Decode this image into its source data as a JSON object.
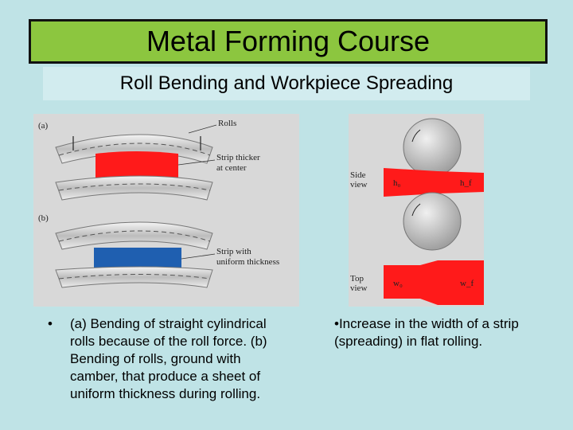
{
  "slide": {
    "title": "Metal Forming Course",
    "subtitle": "Roll Bending and Workpiece Spreading"
  },
  "figure_left": {
    "label_a": "(a)",
    "label_b": "(b)",
    "rolls_label": "Rolls",
    "strip_thicker_line1": "Strip thicker",
    "strip_thicker_line2": "at center",
    "strip_uniform_line1": "Strip with",
    "strip_uniform_line2": "uniform thickness",
    "colors": {
      "strip_a": "#ff1a1a",
      "strip_b": "#1f5fb0"
    }
  },
  "figure_right": {
    "side_view_line1": "Side",
    "side_view_line2": "view",
    "top_view_line1": "Top",
    "top_view_line2": "view",
    "h0": "h₀",
    "hf": "h_f",
    "w0": "w₀",
    "wf": "w_f",
    "colors": {
      "strip": "#ff1a1a"
    }
  },
  "captions": {
    "left_bullet": "•",
    "left_text": "(a) Bending of straight cylindrical rolls because of the roll force. (b) Bending of rolls, ground with camber, that produce a sheet of uniform thickness during rolling.",
    "right_text": "•Increase in the width of a strip (spreading) in flat rolling."
  }
}
